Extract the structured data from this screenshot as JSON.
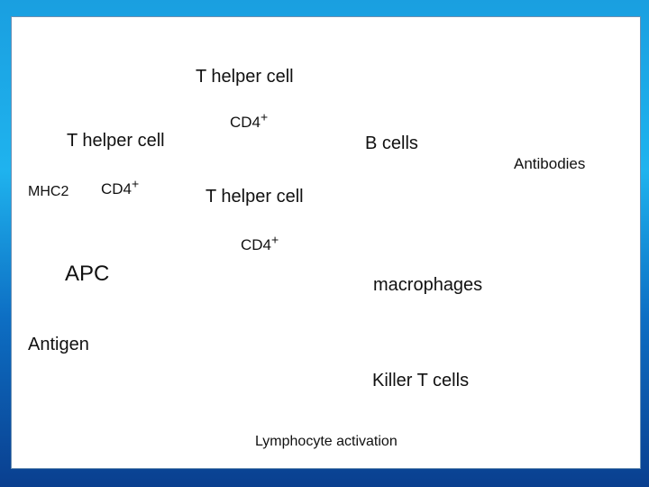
{
  "diagram": {
    "top_helper_label": "T helper cell",
    "top_helper_marker": "CD4",
    "top_helper_marker_sup": "+",
    "b_cells_label": "B cells",
    "antibodies_label": "Antibodies",
    "left_helper_label": "T helper cell",
    "left_helper_marker": "CD4",
    "left_helper_marker_sup": "+",
    "mhc_label": "MHC2",
    "apc_label": "APC",
    "antigen_label": "Antigen",
    "mid_helper_label": "T helper cell",
    "mid_helper_marker": "CD4",
    "mid_helper_marker_sup": "+",
    "macrophages_label": "macrophages",
    "killer_label": "Killer T cells"
  },
  "caption": "Lymphocyte activation",
  "colors": {
    "cell_orange": "#e8731c",
    "cell_gray": "#d6d6d6",
    "arrow_green": "#3ec43e",
    "apc_red": "#d9262b",
    "antigen_dark": "#2a0303",
    "macrophage_purple": "#7a1fe0"
  }
}
